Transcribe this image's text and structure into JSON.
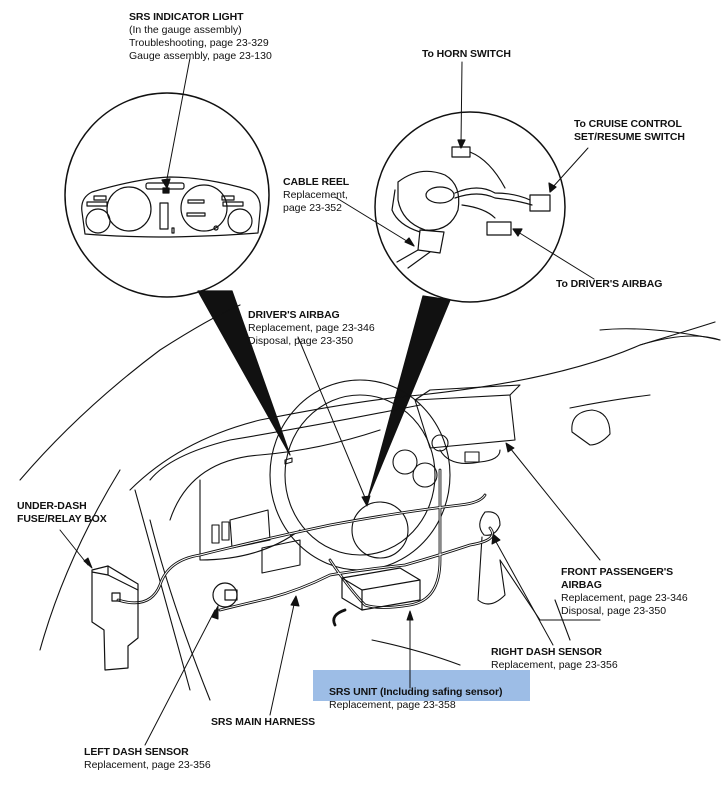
{
  "diagram": {
    "subject": "SRS component locations",
    "highlight_color": "#9dbde6",
    "labels": {
      "srs_indicator": {
        "title": "SRS INDICATOR LIGHT",
        "lines": [
          "(In the gauge assembly)",
          "Troubleshooting, page 23-329",
          "Gauge assembly, page 23-130"
        ]
      },
      "horn_switch": {
        "title": "To HORN SWITCH"
      },
      "cruise_control": {
        "title_lines": [
          "To CRUISE CONTROL",
          "SET/RESUME SWITCH"
        ]
      },
      "cable_reel": {
        "title": "CABLE REEL",
        "lines": [
          "Replacement,",
          "page 23-352"
        ]
      },
      "to_drivers_airbag": {
        "title": "To DRIVER'S AIRBAG"
      },
      "drivers_airbag": {
        "title": "DRIVER'S AIRBAG",
        "lines": [
          "Replacement, page 23-346",
          "Disposal, page 23-350"
        ]
      },
      "fuse_relay_box": {
        "title_lines": [
          "UNDER-DASH",
          "FUSE/RELAY BOX"
        ]
      },
      "front_passenger_airbag": {
        "title_lines": [
          "FRONT PASSENGER'S",
          "AIRBAG"
        ],
        "lines": [
          "Replacement, page 23-346",
          "Disposal, page 23-350"
        ]
      },
      "right_dash_sensor": {
        "title": "RIGHT DASH SENSOR",
        "lines": [
          "Replacement, page 23-356"
        ]
      },
      "srs_unit": {
        "title": "SRS UNIT (Including safing sensor)",
        "lines": [
          "Replacement, page 23-358"
        ],
        "highlighted": true
      },
      "srs_main_harness": {
        "title": "SRS MAIN HARNESS"
      },
      "left_dash_sensor": {
        "title": "LEFT DASH SENSOR",
        "lines": [
          "Replacement, page 23-356"
        ]
      }
    }
  }
}
